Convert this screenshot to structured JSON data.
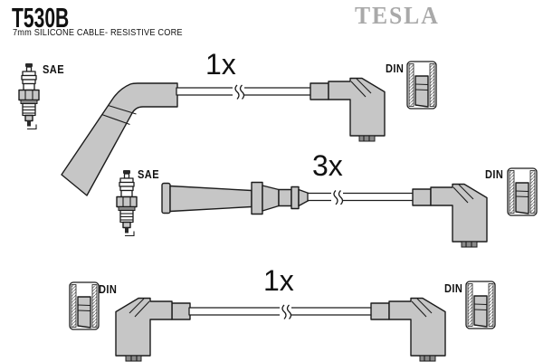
{
  "header": {
    "part_number": "T530B",
    "subtitle": "7mm SILICONE CABLE- RESISTIVE CORE",
    "brand": "TESLA"
  },
  "colors": {
    "boot_gray": "#c6c6c6",
    "outline": "#1c1c1c",
    "brand_gray": "#a9a9a9",
    "nipple_gray": "#8a8a8a",
    "canvas_bg": "#ffffff"
  },
  "rows": [
    {
      "quantity": "1x",
      "left_terminal_standard": "SAE",
      "right_terminal_standard": "DIN"
    },
    {
      "quantity": "3x",
      "left_terminal_standard": "SAE",
      "right_terminal_standard": "DIN"
    },
    {
      "quantity": "1x",
      "left_terminal_standard": "DIN",
      "right_terminal_standard": "DIN"
    }
  ]
}
